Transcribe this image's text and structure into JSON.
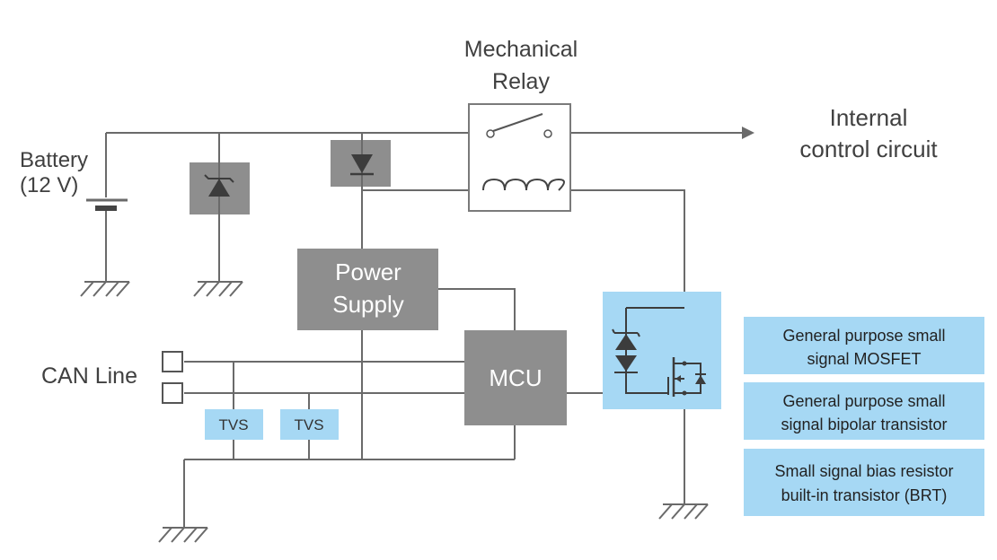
{
  "labels": {
    "relay_line1": "Mechanical",
    "relay_line2": "Relay",
    "internal_line1": "Internal",
    "internal_line2": "control circuit",
    "battery_line1": "Battery",
    "battery_line2": "(12 V)",
    "can_line": "CAN Line",
    "power_line1": "Power",
    "power_line2": "Supply",
    "mcu": "MCU",
    "tvs_1": "TVS",
    "tvs_2": "TVS"
  },
  "legend": [
    {
      "line1": "General purpose small",
      "line2": "signal MOSFET"
    },
    {
      "line1": "General purpose small",
      "line2": "signal bipolar transistor"
    },
    {
      "line1": "Small signal bias resistor",
      "line2": "built-in transistor (BRT)"
    }
  ],
  "colors": {
    "highlight_blue": "#a6d8f4",
    "block_gray": "#8e8e8e",
    "wire_gray": "#6a6a6a"
  }
}
